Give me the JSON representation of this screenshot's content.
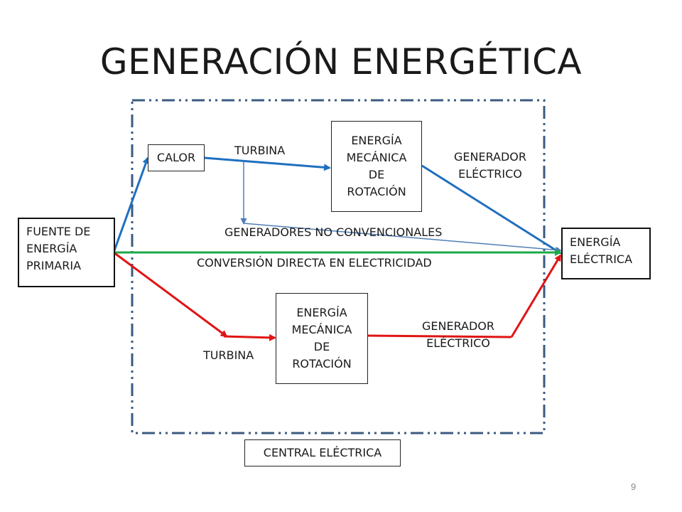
{
  "title": "GENERACIÓN ENERGÉTICA",
  "boxes": {
    "fuente": [
      "FUENTE DE",
      "ENERGÍA",
      "PRIMARIA"
    ],
    "calor": "CALOR",
    "mecanica_top": [
      "ENERGÍA",
      "MECÁNICA",
      "DE",
      "ROTACIÓN"
    ],
    "mecanica_bottom": [
      "ENERGÍA",
      "MECÁNICA",
      "DE",
      "ROTACIÓN"
    ],
    "electrica": [
      "ENERGÍA",
      "ELÉCTRICA"
    ],
    "central": "CENTRAL ELÉCTRICA"
  },
  "labels": {
    "turbina_top": "TURBINA",
    "generador_top": [
      "GENERADOR",
      "ELÉCTRICO"
    ],
    "no_convencionales": "GENERADORES NO CONVENCIONALES",
    "conversion_directa": "CONVERSIÓN DIRECTA EN ELECTRICIDAD",
    "turbina_bottom": "TURBINA",
    "generador_bottom": [
      "GENERADOR",
      "ELÉCTRICO"
    ]
  },
  "page_number": "9",
  "colors": {
    "blue_path": "#1f6fbf",
    "thin_blue": "#4f7fb8",
    "green_path": "#1ea84a",
    "red_path": "#e01414",
    "boundary": "#3a5a80"
  }
}
